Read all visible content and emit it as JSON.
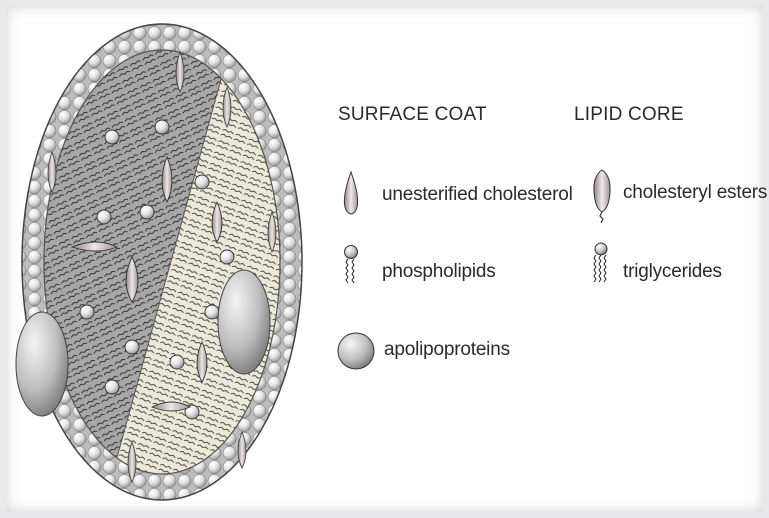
{
  "legend": {
    "surface_coat": {
      "heading": "SURFACE COAT",
      "items": [
        {
          "label": "unesterified cholesterol",
          "icon": "cholesterol-icon"
        },
        {
          "label": "phospholipids",
          "icon": "phospholipid-icon"
        },
        {
          "label": "apolipoproteins",
          "icon": "apolipoprotein-icon"
        }
      ]
    },
    "lipid_core": {
      "heading": "LIPID CORE",
      "items": [
        {
          "label": "cholesteryl esters",
          "icon": "cholesteryl-ester-icon"
        },
        {
          "label": "triglycerides",
          "icon": "triglyceride-icon"
        }
      ]
    }
  },
  "colors": {
    "shell_sphere": "#e4e4e4",
    "core_gray": "#a9a9a9",
    "core_cream": "#ece9da",
    "ester_pink": "#c8bcbc",
    "apolipoprotein": "#bdbdbd",
    "outline": "#2a2a2a"
  }
}
